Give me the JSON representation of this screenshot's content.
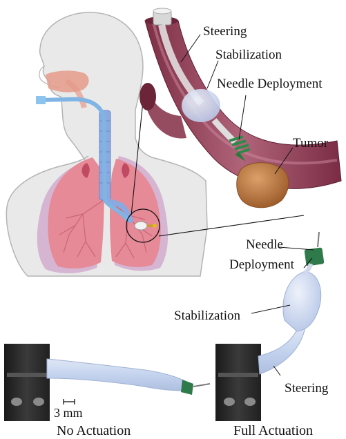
{
  "labels": {
    "steering_top": "Steering",
    "stabilization_top": "Stabilization",
    "needle_deployment_top": "Needle Deployment",
    "tumor": "Tumor",
    "needle_right_line1": "Needle",
    "needle_right_line2": "Deployment",
    "stabilization_right": "Stabilization",
    "steering_right": "Steering"
  },
  "scale_bar": "3 mm",
  "captions": {
    "left": "No Actuation",
    "right": "Full Actuation"
  },
  "colors": {
    "lung": "#e58a96",
    "airway": "#8aa9e0",
    "bronchial_tube": "#8a3850",
    "tumor": "#c0763e",
    "balloon": "#c8d6ef",
    "needle": "#2f8a4a",
    "base_block": "#2a2a2a"
  },
  "icons": [
    "human-body-icon",
    "lung-icon",
    "bronchus-cutaway-icon",
    "balloon-catheter-icon"
  ]
}
